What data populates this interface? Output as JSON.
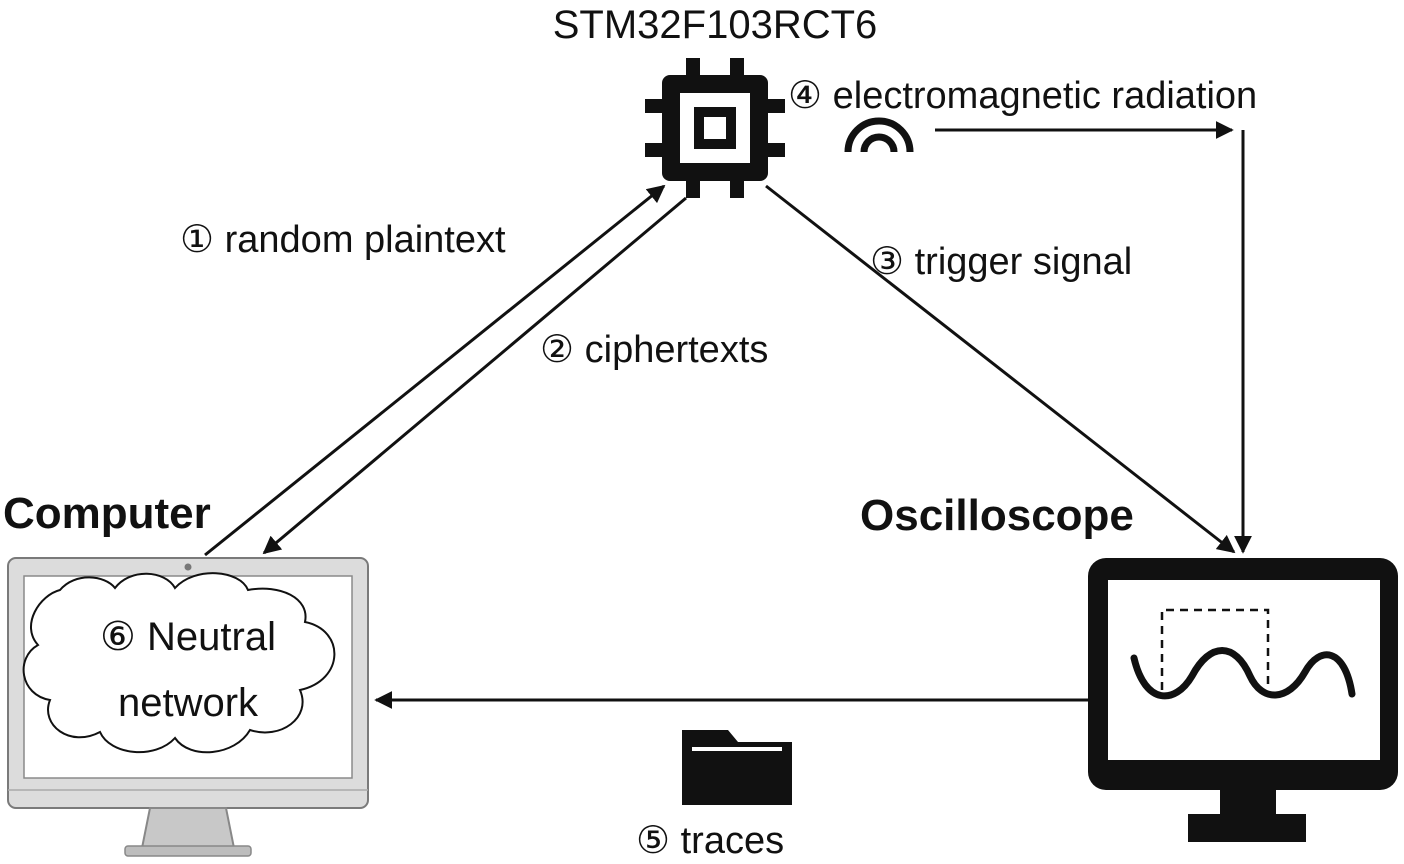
{
  "nodes": {
    "mcu": {
      "label": "STM32F103RCT6"
    },
    "computer": {
      "label": "Computer",
      "inner_text_line1": "⑥ Neutral",
      "inner_text_line2": "network"
    },
    "oscilloscope": {
      "label": "Oscilloscope"
    }
  },
  "edges": {
    "plaintext": "① random plaintext",
    "ciphertexts": "② ciphertexts",
    "trigger": "③ trigger signal",
    "radiation": "④ electromagnetic radiation",
    "traces": "⑤ traces"
  },
  "icons": {
    "mcu": "chip-icon",
    "radiation": "radiation-wave-icon",
    "computer": "desktop-monitor-icon",
    "neural_net": "cloud-icon",
    "oscilloscope": "oscilloscope-monitor-icon",
    "traces": "folder-icon"
  },
  "colors": {
    "ink": "#111111",
    "monitor_frame": "#d8d8d8",
    "monitor_stand": "#cfcfcf"
  }
}
